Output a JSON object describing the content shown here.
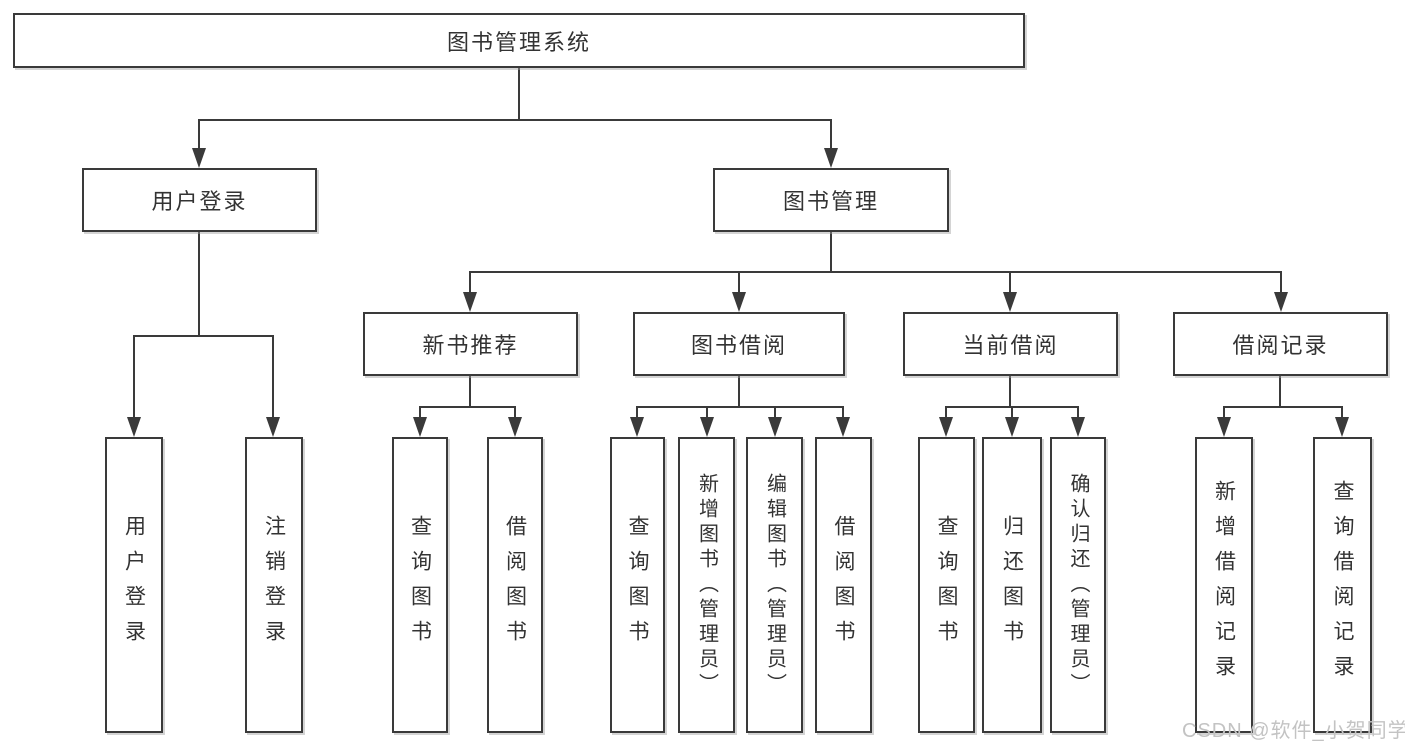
{
  "tree": {
    "root": {
      "label": "图书管理系统"
    },
    "login": {
      "label": "用户登录",
      "children": [
        {
          "label": "用户登录"
        },
        {
          "label": "注销登录"
        }
      ]
    },
    "mgmt": {
      "label": "图书管理",
      "groups": [
        {
          "label": "新书推荐",
          "children": [
            {
              "label": "查询图书"
            },
            {
              "label": "借阅图书"
            }
          ]
        },
        {
          "label": "图书借阅",
          "children": [
            {
              "label": "查询图书"
            },
            {
              "label": "新增图书（管理员）"
            },
            {
              "label": "编辑图书（管理员）"
            },
            {
              "label": "借阅图书"
            }
          ]
        },
        {
          "label": "当前借阅",
          "children": [
            {
              "label": "查询图书"
            },
            {
              "label": "归还图书"
            },
            {
              "label": "确认归还（管理员）"
            }
          ]
        },
        {
          "label": "借阅记录",
          "children": [
            {
              "label": "新增借阅记录"
            },
            {
              "label": "查询借阅记录"
            }
          ]
        }
      ]
    }
  },
  "watermark": {
    "text": "CSDN @软件_小贺同学"
  },
  "colors": {
    "background": "#ffffff",
    "line": "#3a3a3a",
    "box_border": "#3a3a3a",
    "text": "#333333",
    "watermark": "#c3c3c3"
  }
}
